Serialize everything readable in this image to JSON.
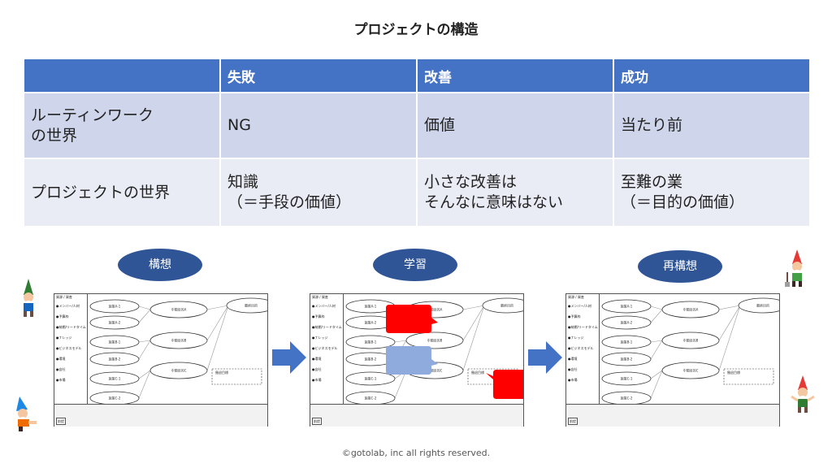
{
  "title": "プロジェクトの構造",
  "table": {
    "headers": [
      "",
      "失敗",
      "改善",
      "成功"
    ],
    "rows": [
      {
        "label": "ルーティンワーク\nの世界",
        "cells": [
          "NG",
          "価値",
          "当たり前"
        ]
      },
      {
        "label": "プロジェクトの世界",
        "cells": [
          "知識\n（＝手段の価値）",
          "小さな改善は\nそんなに意味はない",
          "至難の業\n（＝目的の価値）"
        ]
      }
    ]
  },
  "stages": [
    {
      "label": "構想",
      "callouts": []
    },
    {
      "label": "学習",
      "callouts": [
        "red",
        "lightblue",
        "red"
      ]
    },
    {
      "label": "再構想",
      "callouts": []
    }
  ],
  "diagram": {
    "left_header": "資源 / 資産",
    "left_items": [
      "●メンバー/人材",
      "●予算枠",
      "●納期/リードタイム",
      "●ナレッジ",
      "●ビジネスモデル",
      "●環境",
      "●自社",
      "●市場"
    ],
    "means": [
      "施策A-1",
      "施策A-2",
      "施策B-1",
      "施策B-2",
      "施策C-1",
      "施策C-2"
    ],
    "middle_goals": [
      "中間目的A",
      "中間目的B",
      "中間目的C"
    ],
    "final_goal": "最終目的",
    "dashed_box": "撤退目標",
    "bottom_badge": "前提"
  },
  "colors": {
    "header": "#4472c4",
    "pill": "#2f5597",
    "arrow": "#4472c4",
    "callout_red": "#ff0000",
    "callout_blue": "#8faadc"
  },
  "footer": "©gotolab, inc  all rights reserved."
}
